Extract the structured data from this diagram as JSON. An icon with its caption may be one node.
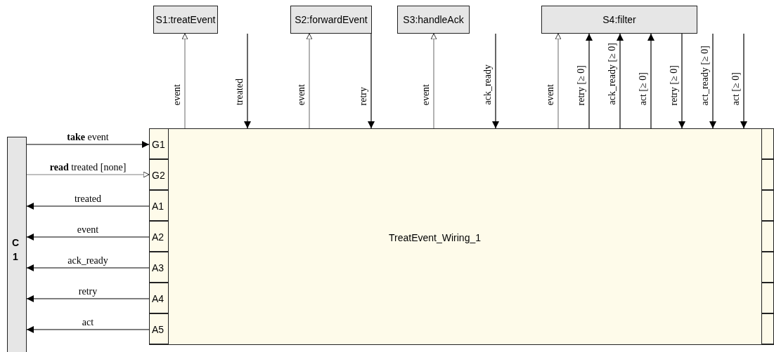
{
  "diagram": {
    "nodes": [
      {
        "text": [
          "S1:treatEvent"
        ]
      },
      {
        "text": [
          "S2:forwardEvent"
        ]
      },
      {
        "text": [
          "S3:handleAck"
        ]
      },
      {
        "text": [
          "S4:filter"
        ]
      },
      {
        "text": [
          "C 1"
        ]
      },
      {
        "text": [
          "TreatEvent_Wiring_1"
        ]
      },
      {
        "text": [
          "G1"
        ],
        "in": 5
      },
      {
        "text": [
          "G2"
        ],
        "in": 5
      },
      {
        "text": [
          "A1"
        ],
        "in": 5
      },
      {
        "text": [
          "A2"
        ],
        "in": 5
      },
      {
        "text": [
          "A3"
        ],
        "in": 5
      },
      {
        "text": [
          "A4"
        ],
        "in": 5
      },
      {
        "text": [
          "A5"
        ],
        "in": 5
      },
      {
        "text": [],
        "shape": "box",
        "in": 5
      },
      {
        "text": [],
        "shape": "box",
        "in": 5
      },
      {
        "text": [],
        "shape": "box",
        "in": 5
      },
      {
        "text": [],
        "shape": "box",
        "in": 5
      },
      {
        "text": [],
        "shape": "box",
        "in": 5
      },
      {
        "text": [],
        "shape": "box",
        "in": 5
      },
      {
        "text": [],
        "shape": "box",
        "in": 5
      }
    ],
    "edges": [
      {
        "from": 5,
        "to": 0,
        "arrow": "to",
        "label": "event",
        "color": "#808080"
      },
      {
        "from": 0,
        "to": 5,
        "arrow": "to",
        "label": "treated"
      },
      {
        "from": 5,
        "to": 1,
        "arrow": "to",
        "label": "event",
        "color": "#808080"
      },
      {
        "from": 1,
        "to": 5,
        "arrow": "to",
        "label": "retry"
      },
      {
        "from": 5,
        "to": 2,
        "arrow": "to",
        "label": "event",
        "color": "#808080"
      },
      {
        "from": 2,
        "to": 5,
        "arrow": "to",
        "label": "ack_ready"
      },
      {
        "from": 5,
        "to": 3,
        "arrow": "to",
        "label": "event",
        "color": "#808080"
      },
      {
        "from": 5,
        "to": 3,
        "arrow": "to",
        "label": "retry [≥ 0]"
      },
      {
        "from": 5,
        "to": 3,
        "arrow": "to",
        "label": "ack_ready [≥ 0]"
      },
      {
        "from": 5,
        "to": 3,
        "arrow": "to",
        "label": "act [≥ 0]"
      },
      {
        "from": 3,
        "to": 5,
        "arrow": "to",
        "label": "retry [≥ 0]"
      },
      {
        "from": 3,
        "to": 5,
        "arrow": "to",
        "label": "act_ready [≥ 0]"
      },
      {
        "from": 3,
        "to": 5,
        "arrow": "to",
        "label": "act [≥ 0]"
      },
      {
        "from": 4,
        "to": 6,
        "arrow": "to",
        "label": "**take** event"
      },
      {
        "from": 4,
        "to": 7,
        "arrow": "to",
        "label": "**read** treated [none]",
        "color": "#808080"
      },
      {
        "from": 8,
        "to": 4,
        "arrow": "to",
        "label": "treated"
      },
      {
        "from": 9,
        "to": 4,
        "arrow": "to",
        "label": "event"
      },
      {
        "from": 10,
        "to": 4,
        "arrow": "to",
        "label": "ack_ready"
      },
      {
        "from": 11,
        "to": 4,
        "arrow": "to",
        "label": "retry"
      },
      {
        "from": 12,
        "to": 4,
        "arrow": "to",
        "label": "act"
      }
    ]
  }
}
